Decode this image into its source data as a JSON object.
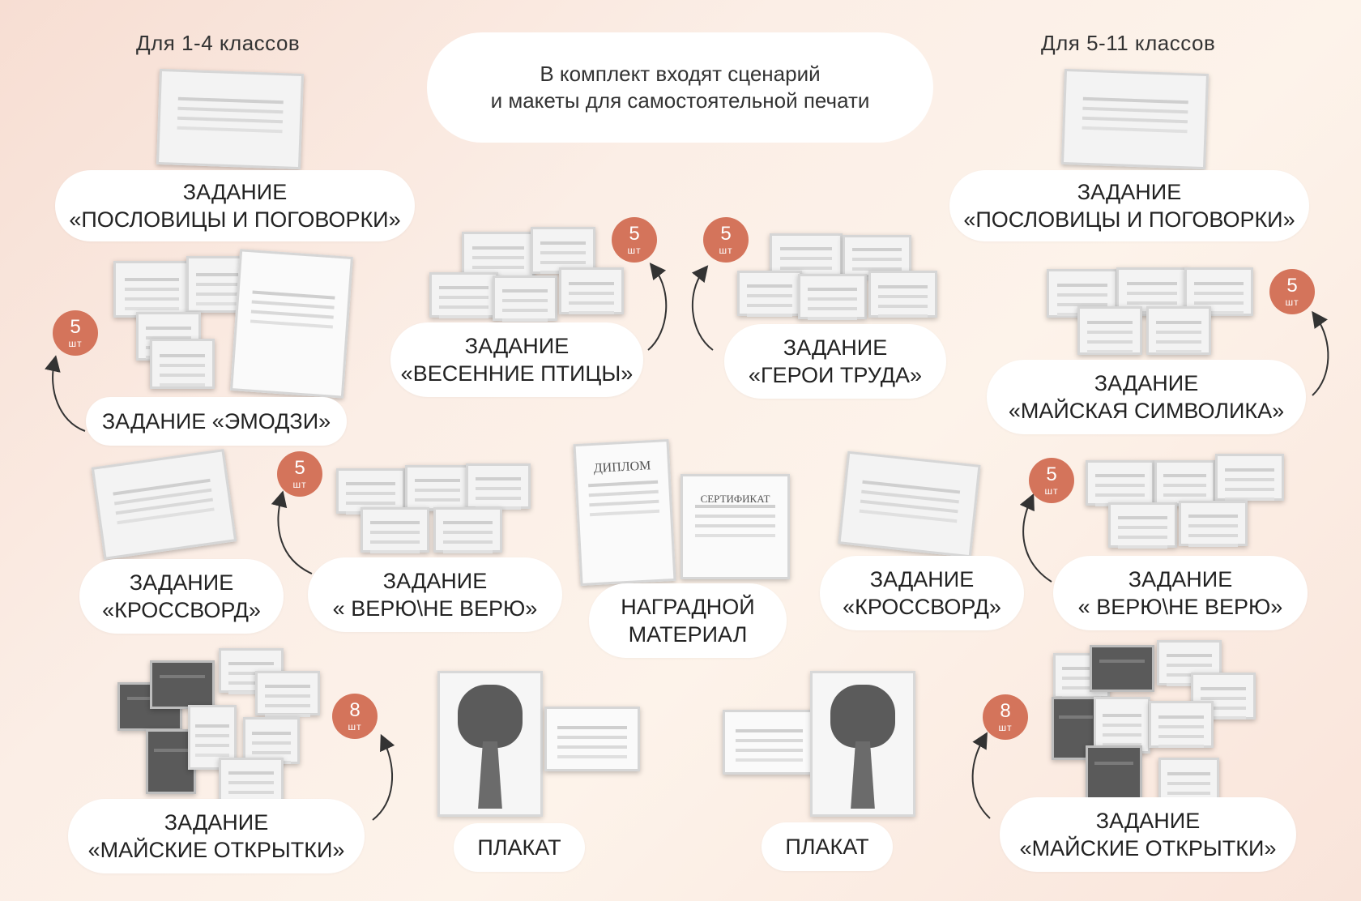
{
  "grades": {
    "left": "Для 1-4 классов",
    "right": "Для 5-11 классов"
  },
  "intro": {
    "line1": "В комплект входят сценарий",
    "line2": "и макеты для самостоятельной печати"
  },
  "items": {
    "proverbs_left": {
      "line1": "ЗАДАНИЕ",
      "line2": "«ПОСЛОВИЦЫ И ПОГОВОРКИ»"
    },
    "proverbs_right": {
      "line1": "ЗАДАНИЕ",
      "line2": "«ПОСЛОВИЦЫ И ПОГОВОРКИ»"
    },
    "birds": {
      "line1": "ЗАДАНИЕ",
      "line2": "«ВЕСЕННИЕ ПТИЦЫ»"
    },
    "heroes": {
      "line1": "ЗАДАНИЕ",
      "line2": "«ГЕРОИ ТРУДА»"
    },
    "emoji": {
      "line1": "ЗАДАНИЕ «ЭМОДЗИ»"
    },
    "symbols": {
      "line1": "ЗАДАНИЕ",
      "line2": "«МАЙСКАЯ СИМВОЛИКА»"
    },
    "crossword_left": {
      "line1": "ЗАДАНИЕ",
      "line2": "«КРОССВОРД»"
    },
    "believe_left": {
      "line1": "ЗАДАНИЕ",
      "line2": "« ВЕРЮ\\НЕ ВЕРЮ»"
    },
    "award": {
      "line1": "НАГРАДНОЙ",
      "line2": "МАТЕРИАЛ"
    },
    "crossword_right": {
      "line1": "ЗАДАНИЕ",
      "line2": "«КРОССВОРД»"
    },
    "believe_right": {
      "line1": "ЗАДАНИЕ",
      "line2": "« ВЕРЮ\\НЕ ВЕРЮ»"
    },
    "cards_left": {
      "line1": "ЗАДАНИЕ",
      "line2": "«МАЙСКИЕ ОТКРЫТКИ»"
    },
    "poster_left": {
      "line1": "ПЛАКАТ"
    },
    "poster_right": {
      "line1": "ПЛАКАТ"
    },
    "cards_right": {
      "line1": "ЗАДАНИЕ",
      "line2": "«МАЙСКИЕ ОТКРЫТКИ»"
    }
  },
  "badges": {
    "birds": {
      "count": "5",
      "unit": "шт"
    },
    "heroes": {
      "count": "5",
      "unit": "шт"
    },
    "emoji": {
      "count": "5",
      "unit": "шт"
    },
    "symbols": {
      "count": "5",
      "unit": "шт"
    },
    "believe_left": {
      "count": "5",
      "unit": "шт"
    },
    "believe_right": {
      "count": "5",
      "unit": "шт"
    },
    "cards_left": {
      "count": "8",
      "unit": "шт"
    },
    "cards_right": {
      "count": "8",
      "unit": "шт"
    }
  },
  "award_mock": {
    "diploma": "ДИПЛОМ",
    "certificate": "СЕРТИФИКАТ"
  },
  "colors": {
    "badge": "#d4745b",
    "pill": "#ffffff",
    "background": "#fbeee6"
  }
}
